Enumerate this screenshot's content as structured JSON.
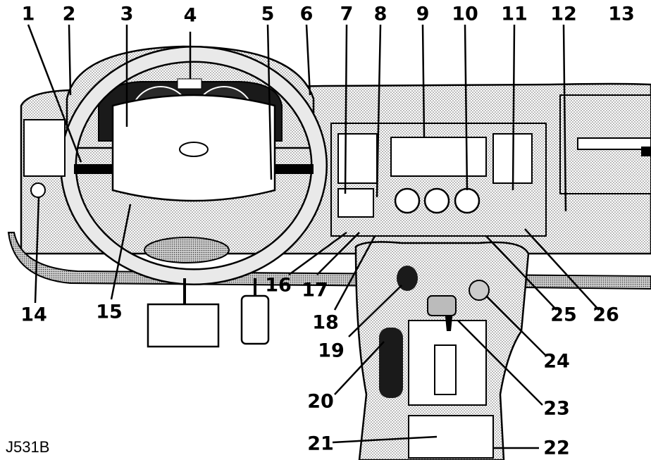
{
  "figure_ref": "J531B",
  "callouts": [
    "1",
    "2",
    "3",
    "4",
    "5",
    "6",
    "7",
    "8",
    "9",
    "10",
    "11",
    "12",
    "13",
    "14",
    "15",
    "16",
    "17",
    "18",
    "19",
    "20",
    "21",
    "22",
    "23",
    "24",
    "25",
    "26"
  ],
  "colors": {
    "ink": "#000000",
    "stipple": "#c8c8c8",
    "light": "#e6e6e6",
    "dark": "#202020"
  }
}
